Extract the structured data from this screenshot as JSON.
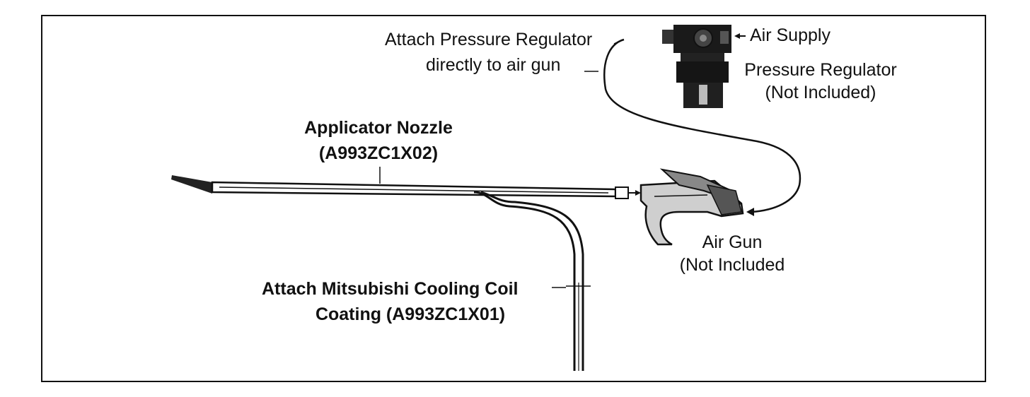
{
  "labels": {
    "attach_regulator_line1": "Attach Pressure Regulator",
    "attach_regulator_line2": "directly to air gun",
    "air_supply": "Air Supply",
    "pressure_regulator_line1": "Pressure Regulator",
    "pressure_regulator_line2": "(Not Included)",
    "applicator_nozzle_line1": "Applicator Nozzle",
    "applicator_nozzle_line2": "(A993ZC1X02)",
    "air_gun_line1": "Air Gun",
    "air_gun_line2": "(Not Included",
    "coil_coating_line1": "Attach Mitsubishi Cooling Coil",
    "coil_coating_line2": "Coating (A993ZC1X01)"
  }
}
